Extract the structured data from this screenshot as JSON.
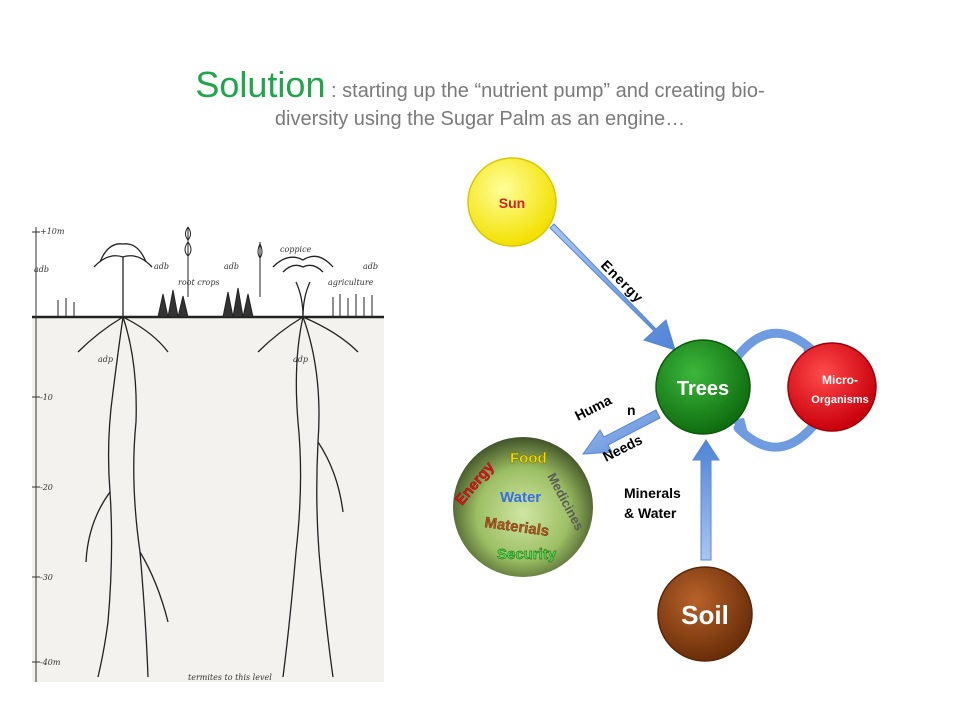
{
  "title": {
    "main": "Solution",
    "rest_line1": " : starting up the “nutrient pump” and creating bio-",
    "rest_line2": "diversity using the Sugar Palm as an engine…"
  },
  "root_drawing": {
    "depth_labels": [
      "+10m",
      "-10",
      "-20",
      "-30",
      "-40m"
    ],
    "annotations": [
      "adb",
      "adb",
      "adb",
      "coppice",
      "adb",
      "root crops",
      "agriculture",
      "adp",
      "adp",
      "termites to this level"
    ]
  },
  "diagram": {
    "sun": "Sun",
    "trees": "Trees",
    "micro_line1": "Micro-",
    "micro_line2": "Organisms",
    "soil": "Soil",
    "energy_arrow": "Energy",
    "human_needs_1": "Huma",
    "human_needs_2": "n",
    "human_needs_3": "Needs",
    "minerals_1": "Minerals",
    "minerals_2": "& Water",
    "needs": {
      "food": "Food",
      "energy": "Energy",
      "water": "Water",
      "medicines": "Medicines",
      "materials": "Materials",
      "security": "Security"
    }
  },
  "colors": {
    "title_green": "#1fa54a",
    "sun": "#ffee00",
    "trees": "#1a8a1a",
    "micro": "#e8101a",
    "soil": "#8b4010",
    "arrow_blue": "#6f9be0"
  }
}
